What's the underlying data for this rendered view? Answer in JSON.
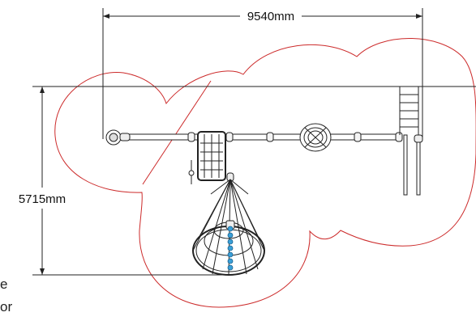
{
  "dimensions": {
    "width_label": "9540mm",
    "height_label": "5715mm"
  },
  "side_text": {
    "line1": "e",
    "line2": "or"
  },
  "colors": {
    "safety_zone": "#cc2a2a",
    "line": "#222222",
    "bead": "#3aa0d8"
  },
  "icons": {
    "end_post": "end-post-icon",
    "climbing_net": "climbing-net-icon",
    "tire_swing": "tire-swing-icon",
    "spider_net": "spider-net-icon",
    "ladder": "ladder-icon"
  }
}
